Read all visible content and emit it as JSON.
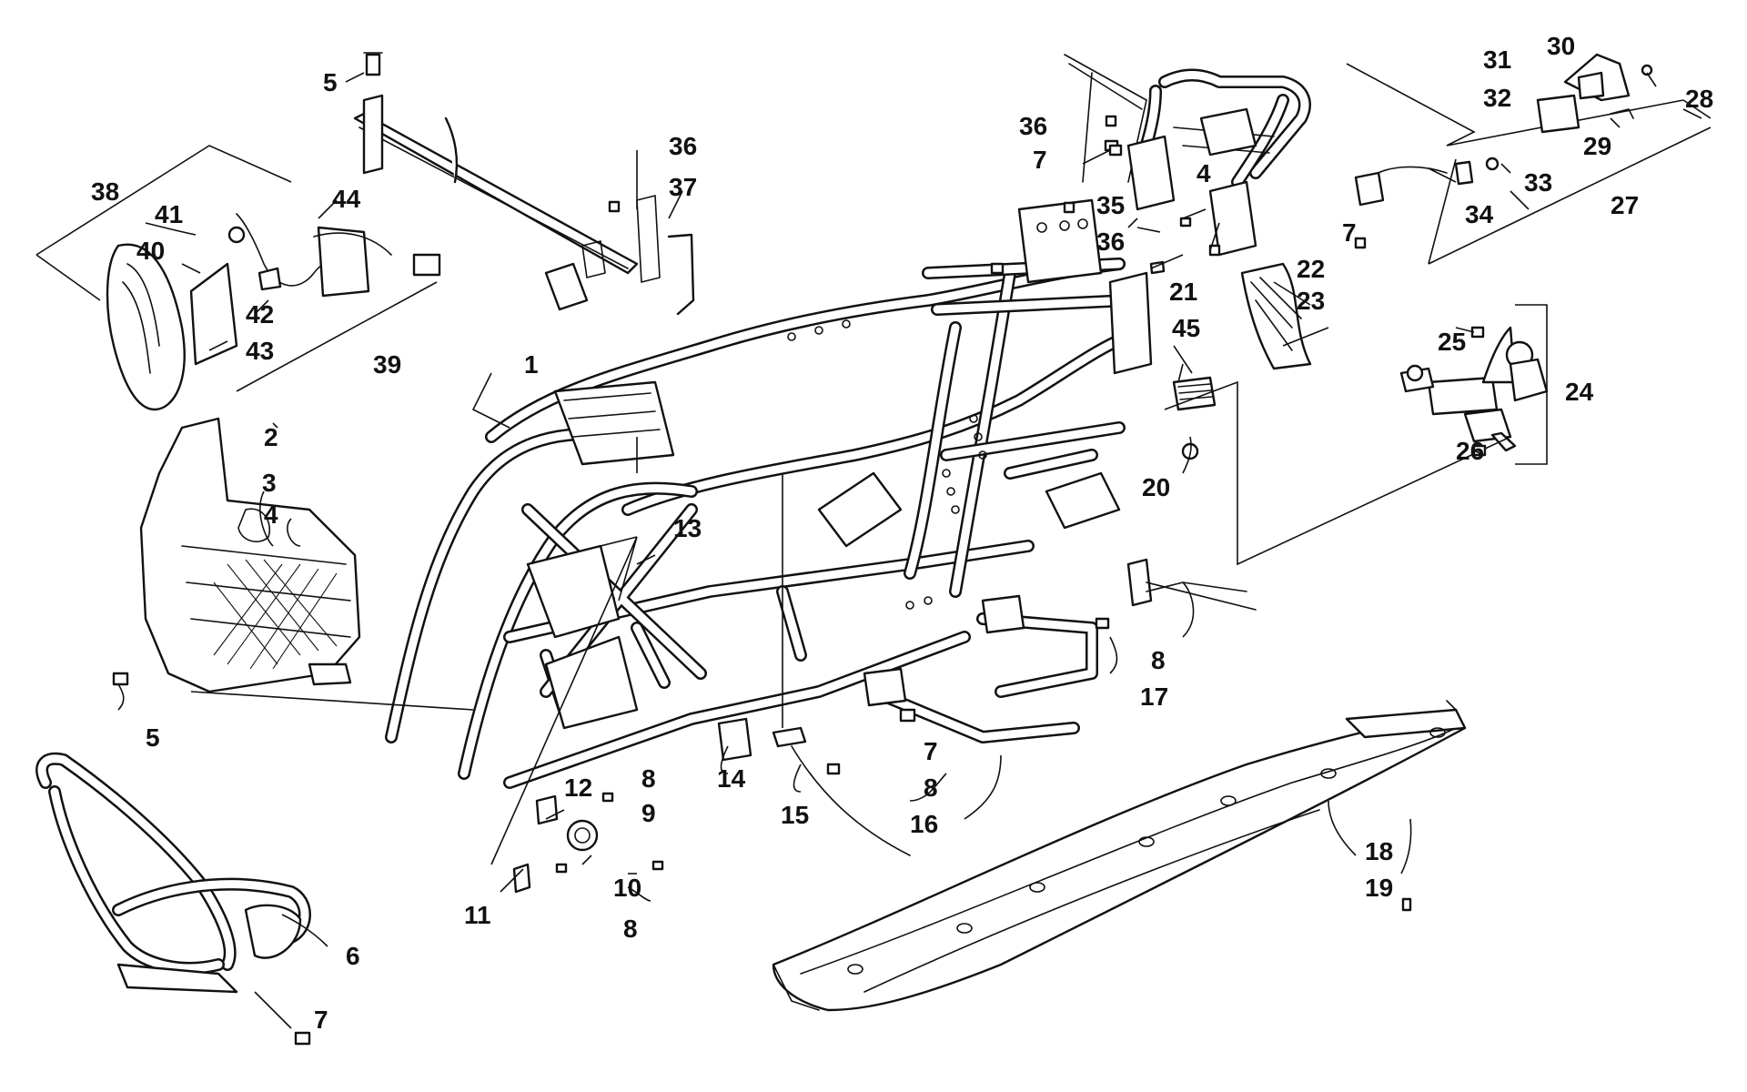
{
  "diagram": {
    "callouts": [
      {
        "id": "c1",
        "text": "1"
      },
      {
        "id": "c2",
        "text": "2"
      },
      {
        "id": "c3",
        "text": "3"
      },
      {
        "id": "c4a",
        "text": "4"
      },
      {
        "id": "c4b",
        "text": "4"
      },
      {
        "id": "c5a",
        "text": "5"
      },
      {
        "id": "c5b",
        "text": "5"
      },
      {
        "id": "c6",
        "text": "6"
      },
      {
        "id": "c7a",
        "text": "7"
      },
      {
        "id": "c7b",
        "text": "7"
      },
      {
        "id": "c7c",
        "text": "7"
      },
      {
        "id": "c7d",
        "text": "7"
      },
      {
        "id": "c8a",
        "text": "8"
      },
      {
        "id": "c8b",
        "text": "8"
      },
      {
        "id": "c8c",
        "text": "8"
      },
      {
        "id": "c8d",
        "text": "8"
      },
      {
        "id": "c9",
        "text": "9"
      },
      {
        "id": "c10",
        "text": "10"
      },
      {
        "id": "c11",
        "text": "11"
      },
      {
        "id": "c12",
        "text": "12"
      },
      {
        "id": "c13",
        "text": "13"
      },
      {
        "id": "c14",
        "text": "14"
      },
      {
        "id": "c15",
        "text": "15"
      },
      {
        "id": "c16",
        "text": "16"
      },
      {
        "id": "c17",
        "text": "17"
      },
      {
        "id": "c18",
        "text": "18"
      },
      {
        "id": "c19",
        "text": "19"
      },
      {
        "id": "c20",
        "text": "20"
      },
      {
        "id": "c21",
        "text": "21"
      },
      {
        "id": "c22",
        "text": "22"
      },
      {
        "id": "c23",
        "text": "23"
      },
      {
        "id": "c24",
        "text": "24"
      },
      {
        "id": "c25",
        "text": "25"
      },
      {
        "id": "c26",
        "text": "26"
      },
      {
        "id": "c27",
        "text": "27"
      },
      {
        "id": "c28",
        "text": "28"
      },
      {
        "id": "c29",
        "text": "29"
      },
      {
        "id": "c30",
        "text": "30"
      },
      {
        "id": "c31",
        "text": "31"
      },
      {
        "id": "c32",
        "text": "32"
      },
      {
        "id": "c33",
        "text": "33"
      },
      {
        "id": "c34",
        "text": "34"
      },
      {
        "id": "c35",
        "text": "35"
      },
      {
        "id": "c36a",
        "text": "36"
      },
      {
        "id": "c36b",
        "text": "36"
      },
      {
        "id": "c36c",
        "text": "36"
      },
      {
        "id": "c37",
        "text": "37"
      },
      {
        "id": "c38",
        "text": "38"
      },
      {
        "id": "c39",
        "text": "39"
      },
      {
        "id": "c40",
        "text": "40"
      },
      {
        "id": "c41",
        "text": "41"
      },
      {
        "id": "c42",
        "text": "42"
      },
      {
        "id": "c43",
        "text": "43"
      },
      {
        "id": "c44",
        "text": "44"
      },
      {
        "id": "c45",
        "text": "45"
      }
    ]
  }
}
